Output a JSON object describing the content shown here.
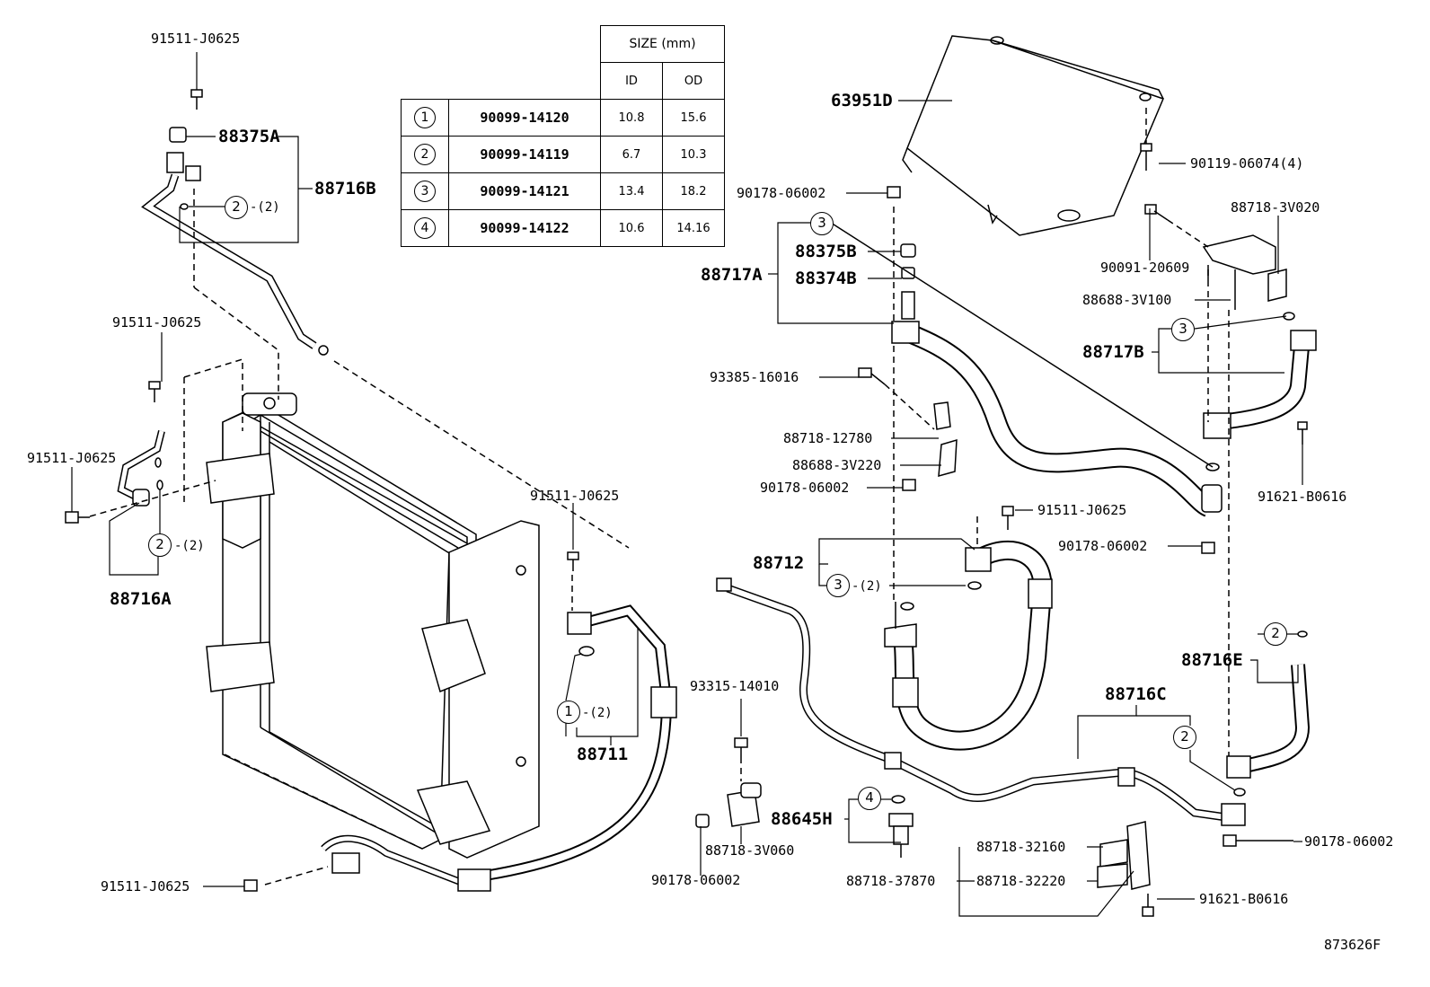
{
  "size_table": {
    "header": "SIZE (mm)",
    "col_id": "ID",
    "col_od": "OD",
    "rows": [
      {
        "no": "1",
        "part": "90099-14120",
        "id": "10.8",
        "od": "15.6"
      },
      {
        "no": "2",
        "part": "90099-14119",
        "id": "6.7",
        "od": "10.3"
      },
      {
        "no": "3",
        "part": "90099-14121",
        "id": "13.4",
        "od": "18.2"
      },
      {
        "no": "4",
        "part": "90099-14122",
        "id": "10.6",
        "od": "14.16"
      }
    ]
  },
  "labels": {
    "bolt_top_left": "91511-J0625",
    "p88375A": "88375A",
    "p88716B": "88716B",
    "bolt_left_upper": "91511-J0625",
    "bolt_left_mid": "91511-J0625",
    "p88716A": "88716A",
    "bolt_center": "91511-J0625",
    "p88711": "88711",
    "bolt_bottom_left": "91511-J0625",
    "p63951D": "63951D",
    "nut_90178_top": "90178-06002",
    "p88375B": "88375B",
    "p88717A": "88717A",
    "p88374B": "88374B",
    "bolt_90119": "90119-06074(4)",
    "p88718_3V020": "88718-3V020",
    "p90091_20609": "90091-20609",
    "p88688_3V100": "88688-3V100",
    "p88717B": "88717B",
    "p93385_16016": "93385-16016",
    "p88718_12780": "88718-12780",
    "p88688_3V220": "88688-3V220",
    "nut_90178_mid": "90178-06002",
    "p91621_B0616_right": "91621-B0616",
    "bolt_91511_right": "91511-J0625",
    "nut_90178_right": "90178-06002",
    "p88712": "88712",
    "p88716E": "88716E",
    "p93315_14010": "93315-14010",
    "p88716C": "88716C",
    "p88645H": "88645H",
    "p88718_3V060": "88718-3V060",
    "nut_90178_bottom": "90178-06002",
    "p88718_32160": "88718-32160",
    "p88718_37870": "88718-37870",
    "p88718_32220": "88718-32220",
    "nut_90178_bottom_right": "90178-06002",
    "p91621_B0616_bottom": "91621-B0616",
    "diagram_code": "873626F"
  },
  "circles": {
    "c2_88716B": "2",
    "q2_88716B": "-(2)",
    "c2_88716A": "2",
    "q2_88716A": "-(2)",
    "c1_88711": "1",
    "q1_88711": "-(2)",
    "c3_88717A": "3",
    "c3_88717B": "3",
    "c3_88712": "3",
    "q3_88712": "-(2)",
    "c2_88716E": "2",
    "c2_88716C": "2",
    "c4_88645H": "4"
  }
}
